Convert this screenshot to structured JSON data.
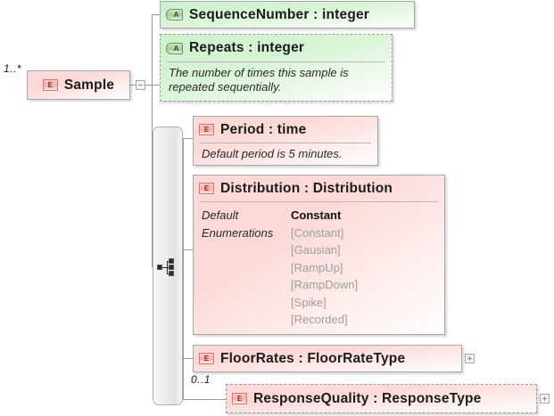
{
  "diagram": {
    "type": "xsd-schema-element-diagram",
    "root": {
      "name": "Sample",
      "label": "Sample",
      "icon": "element-icon",
      "cardinality": "1..*",
      "kind": "element",
      "optional": false,
      "toggle": "minus"
    },
    "compositor": {
      "kind": "sequence",
      "icon": "sequence-icon"
    },
    "attributes": [
      {
        "label": "SequenceNumber : integer",
        "name": "SequenceNumber",
        "type": "integer",
        "icon": "attribute-icon",
        "optional": false,
        "annotation": ""
      },
      {
        "label": "Repeats : integer",
        "name": "Repeats",
        "type": "integer",
        "icon": "attribute-icon",
        "optional": true,
        "annotation": "The number of times this sample is\nrepeated sequentially."
      }
    ],
    "children": [
      {
        "label": "Period : time",
        "name": "Period",
        "type": "time",
        "icon": "element-icon",
        "optional": false,
        "annotation": "Default period is 5 minutes.",
        "cardinality": "",
        "toggle": ""
      },
      {
        "label": "Distribution : Distribution",
        "name": "Distribution",
        "type": "Distribution",
        "icon": "element-icon",
        "optional": false,
        "cardinality": "",
        "toggle": "",
        "facets": [
          {
            "key": "Default",
            "values": [
              "Constant"
            ],
            "strong": true
          },
          {
            "key": "Enumerations",
            "values": [
              "[Constant]",
              "[Gausian]",
              "[RampUp]",
              "[RampDown]",
              "[Spike]",
              "[Recorded]"
            ],
            "strong": false
          }
        ]
      },
      {
        "label": "FloorRates : FloorRateType",
        "name": "FloorRates",
        "type": "FloorRateType",
        "icon": "element-icon",
        "optional": false,
        "cardinality": "",
        "toggle": "plus"
      },
      {
        "label": "ResponseQuality : ResponseType",
        "name": "ResponseQuality",
        "type": "ResponseType",
        "icon": "element-icon",
        "optional": true,
        "cardinality": "0..1",
        "toggle": "plus"
      }
    ],
    "colors": {
      "element_fill": "#fbd9d6",
      "attribute_fill": "#ccf0cc",
      "border": "#a8a8a8",
      "optional_border": "#9c9c9c",
      "line": "#9a9a9a",
      "facet_value": "#9e9e9e",
      "text": "#1c1c1c"
    }
  }
}
